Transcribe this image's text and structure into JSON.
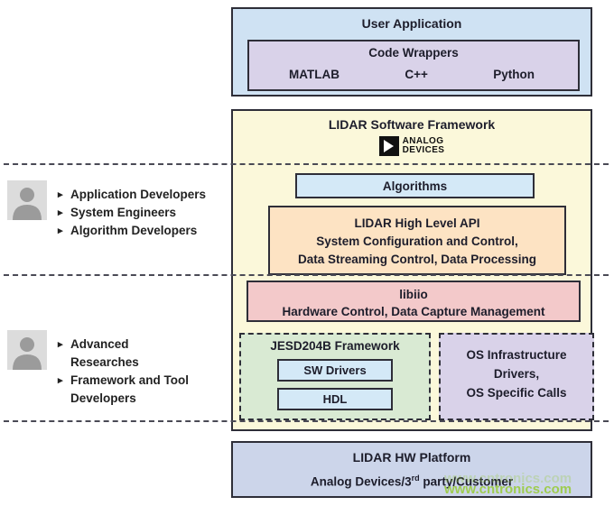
{
  "bullet": "▸",
  "user_application": {
    "title": "User Application",
    "code_wrappers": {
      "title": "Code Wrappers",
      "items": [
        "MATLAB",
        "C++",
        "Python"
      ]
    }
  },
  "framework": {
    "title": "LIDAR Software Framework",
    "logo": {
      "line1": "ANALOG",
      "line2": "DEVICES"
    },
    "algorithms": "Algorithms",
    "high_level_api": {
      "title": "LIDAR High Level API",
      "line2": "System Configuration and Control,",
      "line3": "Data Streaming Control, Data Processing"
    },
    "libiio": {
      "title": "libiio",
      "subtitle": "Hardware Control, Data Capture Management"
    },
    "jesd": {
      "title": "JESD204B Framework",
      "sw_drivers": "SW Drivers",
      "hdl": "HDL"
    },
    "os_infra": {
      "lines": [
        "OS Infrastructure",
        "Drivers,",
        "OS Specific Calls"
      ]
    }
  },
  "hw_platform": {
    "title": "LIDAR HW Platform",
    "subtitle_pre": "Analog Devices/3",
    "subtitle_sup": "rd",
    "subtitle_post": " party/Customer"
  },
  "personas": [
    {
      "items": [
        "Application Developers",
        "System Engineers",
        "Algorithm Developers"
      ]
    },
    {
      "items": [
        "Advanced Researches",
        "Framework and Tool Developers"
      ]
    }
  ],
  "watermark": "www.cntronics.com",
  "colors": {
    "user_app_bg": "#cfe2f3",
    "code_wrappers_bg": "#d9d2e9",
    "framework_bg": "#fbf8da",
    "algorithms_bg": "#d4e9f7",
    "api_bg": "#fde3c3",
    "libiio_bg": "#f3c9ca",
    "jesd_bg": "#d9ead3",
    "chip_bg": "#d4e9f7",
    "os_bg": "#d9d2e9",
    "hw_bg": "#ccd5ea",
    "border": "#2e2e38",
    "watermark": "#9acc3f"
  }
}
